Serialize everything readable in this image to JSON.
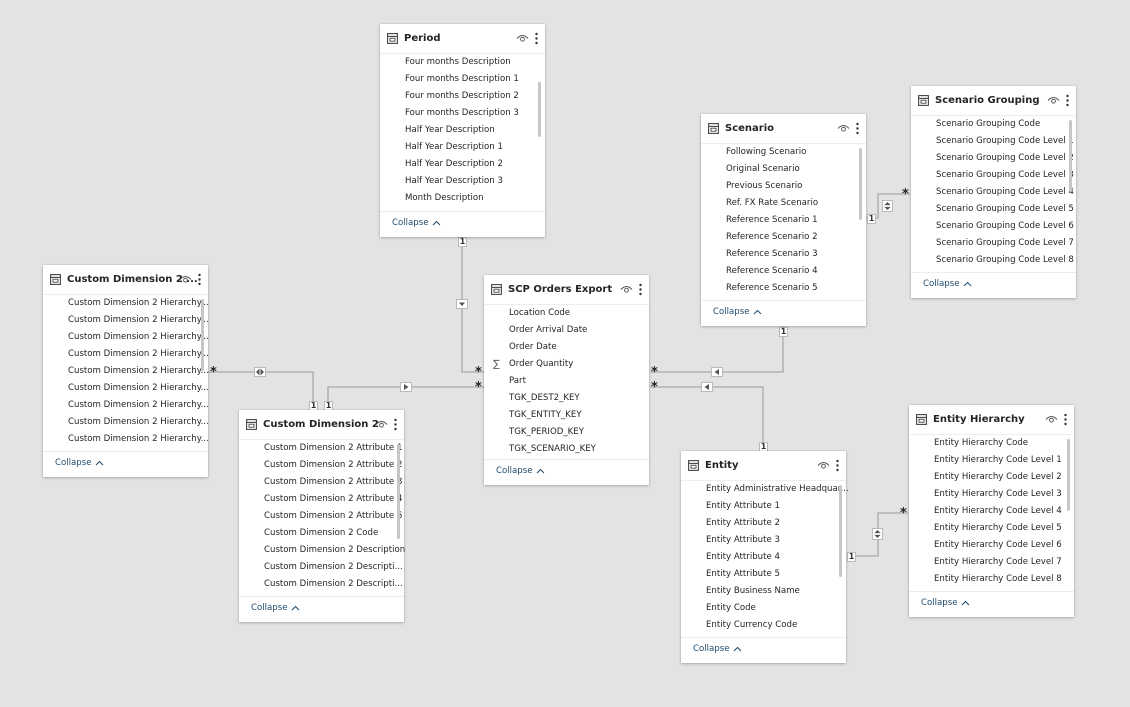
{
  "ui": {
    "collapse_label": "Collapse"
  },
  "icons": {
    "table": "table-icon",
    "visibility": "eye-icon",
    "menu": "more-options-icon",
    "collapse": "chevron-up-icon"
  },
  "tables": {
    "period": {
      "title": "Period",
      "fields": [
        "Four months Description",
        "Four months Description 1",
        "Four months Description 2",
        "Four months Description 3",
        "Half Year Description",
        "Half Year Description 1",
        "Half Year Description 2",
        "Half Year Description 3",
        "Month Description"
      ]
    },
    "scenario": {
      "title": "Scenario",
      "fields": [
        "Following Scenario",
        "Original Scenario",
        "Previous Scenario",
        "Ref. FX Rate Scenario",
        "Reference Scenario 1",
        "Reference Scenario 2",
        "Reference Scenario 3",
        "Reference Scenario 4",
        "Reference Scenario 5"
      ]
    },
    "scenario_grouping": {
      "title": "Scenario Grouping",
      "fields": [
        "Scenario Grouping Code",
        "Scenario Grouping Code Level 1",
        "Scenario Grouping Code Level 2",
        "Scenario Grouping Code Level 3",
        "Scenario Grouping Code Level 4",
        "Scenario Grouping Code Level 5",
        "Scenario Grouping Code Level 6",
        "Scenario Grouping Code Level 7",
        "Scenario Grouping Code Level 8"
      ]
    },
    "cd2_hierarchy": {
      "title": "Custom Dimension 2 ...",
      "fields": [
        "Custom Dimension 2 Hierarchy...",
        "Custom Dimension 2 Hierarchy...",
        "Custom Dimension 2 Hierarchy...",
        "Custom Dimension 2 Hierarchy...",
        "Custom Dimension 2 Hierarchy...",
        "Custom Dimension 2 Hierarchy...",
        "Custom Dimension 2 Hierarchy...",
        "Custom Dimension 2 Hierarchy...",
        "Custom Dimension 2 Hierarchy..."
      ]
    },
    "scp_orders": {
      "title": "SCP Orders Export",
      "fields": [
        "Location Code",
        "Order Arrival Date",
        "Order Date",
        "Order Quantity",
        "Part",
        "TGK_DEST2_KEY",
        "TGK_ENTITY_KEY",
        "TGK_PERIOD_KEY",
        "TGK_SCENARIO_KEY"
      ],
      "sigma_field_index": 3,
      "sigma_symbol": "∑"
    },
    "cd2": {
      "title": "Custom Dimension 2",
      "fields": [
        "Custom Dimension 2 Attribute 1",
        "Custom Dimension 2 Attribute 2",
        "Custom Dimension 2 Attribute 3",
        "Custom Dimension 2 Attribute 4",
        "Custom Dimension 2 Attribute 5",
        "Custom Dimension 2 Code",
        "Custom Dimension 2 Description",
        "Custom Dimension 2 Descripti...",
        "Custom Dimension 2 Descripti..."
      ]
    },
    "entity": {
      "title": "Entity",
      "fields": [
        "Entity Administrative Headquar...",
        "Entity Attribute 1",
        "Entity Attribute 2",
        "Entity Attribute 3",
        "Entity Attribute 4",
        "Entity Attribute 5",
        "Entity Business Name",
        "Entity Code",
        "Entity Currency Code"
      ]
    },
    "entity_hierarchy": {
      "title": "Entity Hierarchy",
      "fields": [
        "Entity Hierarchy Code",
        "Entity Hierarchy Code Level 1",
        "Entity Hierarchy Code Level 2",
        "Entity Hierarchy Code Level 3",
        "Entity Hierarchy Code Level 4",
        "Entity Hierarchy Code Level 5",
        "Entity Hierarchy Code Level 6",
        "Entity Hierarchy Code Level 7",
        "Entity Hierarchy Code Level 8"
      ]
    }
  },
  "relationships": [
    {
      "from": "period",
      "to": "scp_orders",
      "from_cardinality": "1",
      "to_cardinality": "*",
      "filter": "single"
    },
    {
      "from": "scenario",
      "to": "scp_orders",
      "from_cardinality": "1",
      "to_cardinality": "*",
      "filter": "single"
    },
    {
      "from": "scenario",
      "to": "scenario_grouping",
      "from_cardinality": "1",
      "to_cardinality": "*",
      "filter": "both"
    },
    {
      "from": "cd2",
      "to": "cd2_hierarchy",
      "from_cardinality": "1",
      "to_cardinality": "*",
      "filter": "both"
    },
    {
      "from": "cd2",
      "to": "scp_orders",
      "from_cardinality": "1",
      "to_cardinality": "*",
      "filter": "single"
    },
    {
      "from": "entity",
      "to": "scp_orders",
      "from_cardinality": "1",
      "to_cardinality": "*",
      "filter": "single"
    },
    {
      "from": "entity",
      "to": "entity_hierarchy",
      "from_cardinality": "1",
      "to_cardinality": "*",
      "filter": "both"
    }
  ],
  "colors": {
    "canvas": "#e4e3e2",
    "card": "#ffffff",
    "line": "#a6a5a4",
    "collapse_link": "#1f4a6b",
    "text": "#252423"
  }
}
